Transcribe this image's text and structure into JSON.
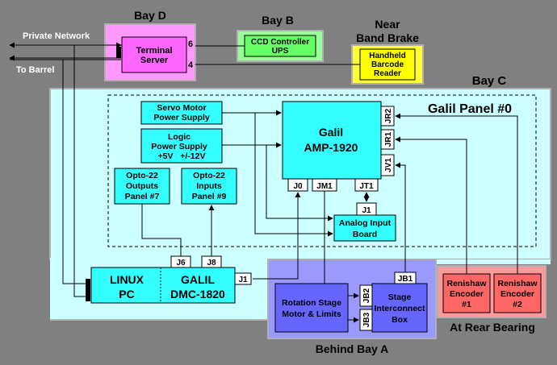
{
  "external": {
    "private_network": "Private Network",
    "to_barrel": "To Barrel"
  },
  "bay_d": {
    "label": "Bay D",
    "terminal_server": [
      "Terminal",
      "Server"
    ],
    "port_6": "6",
    "port_4": "4"
  },
  "bay_b": {
    "label": "Bay B",
    "ccd_controller": [
      "CCD Controller",
      "UPS"
    ]
  },
  "near_band_brake": {
    "label": [
      "Near",
      "Band Brake"
    ],
    "barcode_reader": [
      "Handheld",
      "Barcode",
      "Reader"
    ]
  },
  "bay_c": {
    "label": "Bay C",
    "panel_title": "Galil Panel #0",
    "servo_psu": [
      "Servo Motor",
      "Power Supply"
    ],
    "logic_psu": [
      "Logic",
      "Power Supply",
      "+5V   +/-12V"
    ],
    "opto_outputs": [
      "Opto-22",
      "Outputs",
      "Panel #7"
    ],
    "opto_inputs": [
      "Opto-22",
      "Inputs",
      "Panel #9"
    ],
    "galil_amp": [
      "Galil",
      "AMP-1920"
    ],
    "amp_connectors": [
      "J0",
      "JM1",
      "JT1",
      "J1",
      "JR2",
      "JR1",
      "JV1"
    ],
    "analog_input": [
      "Analog Input",
      "Board"
    ],
    "linux_pc": [
      "LINUX",
      "PC"
    ],
    "galil_dmc": [
      "GALIL",
      "DMC-1820"
    ],
    "dmc_connectors": [
      "J6",
      "J8",
      "J1"
    ]
  },
  "behind_bay_a": {
    "label": "Behind Bay A",
    "rotation_stage": [
      "Rotation Stage",
      "Motor & Limits"
    ],
    "interconnect": [
      "Stage",
      "Interconnect",
      "Box"
    ],
    "connectors": [
      "JB1",
      "JB2",
      "JB3"
    ]
  },
  "rear_bearing": {
    "label": "At Rear Bearing",
    "encoder_1": [
      "Renishaw",
      "Encoder",
      "#1"
    ],
    "encoder_2": [
      "Renishaw",
      "Encoder",
      "#2"
    ]
  },
  "colors": {
    "background": "#808080",
    "bay_c": "#ccffff",
    "cyan_box": "#33ffff",
    "bay_d": "#ff99ff",
    "bay_b": "#99ff99",
    "near_band_brake": "#ffff33",
    "behind_bay_a": "#9999ff",
    "rotation_box": "#6666ff",
    "rear_bearing": "#ff9999"
  }
}
